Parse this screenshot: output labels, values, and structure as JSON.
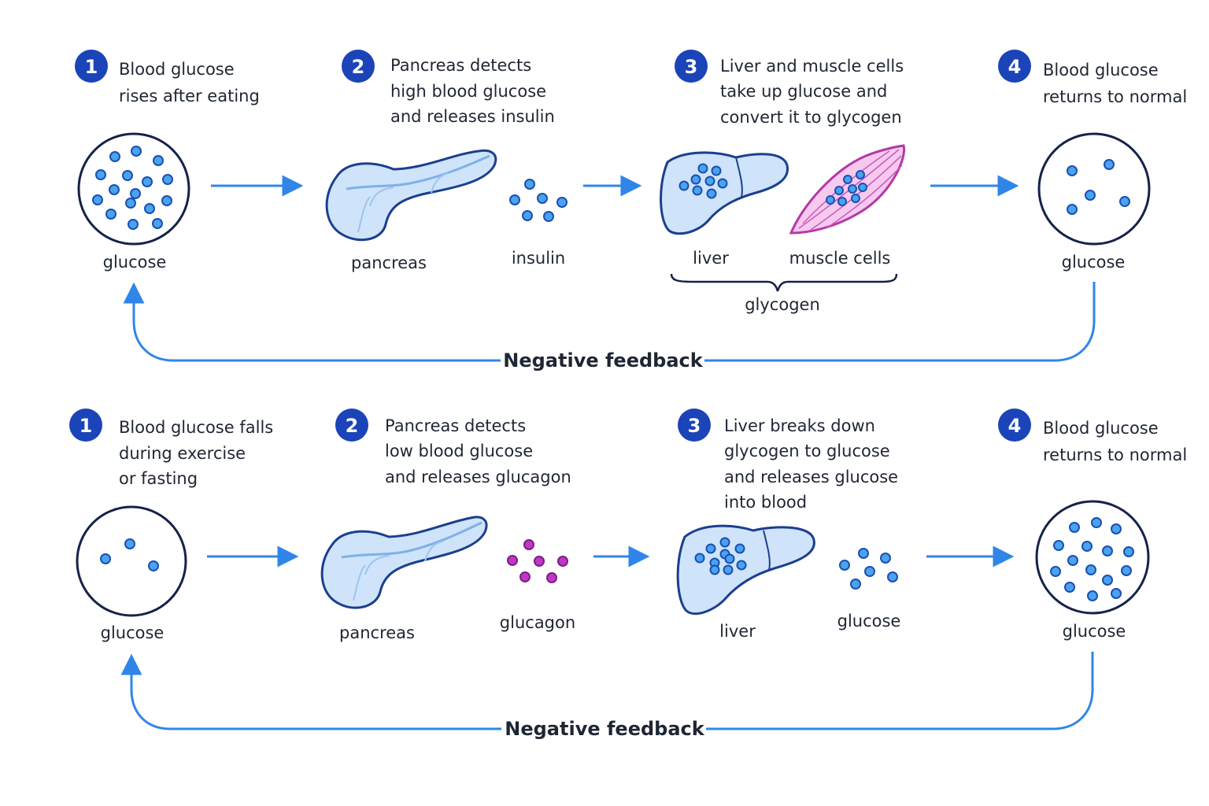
{
  "colors": {
    "primary_blue": "#1a44b8",
    "arrow_blue": "#2f86e8",
    "dot_fill": "#4aa3ee",
    "dot_stroke": "#1b4fb3",
    "organ_fill": "#cfe3fa",
    "organ_stroke": "#1b3f8f",
    "muscle_fill": "#f7c9ef",
    "muscle_stroke": "#b23aa6",
    "glucagon_dot": "#c037c6"
  },
  "rows": [
    {
      "steps": [
        {
          "number": "1",
          "lines": [
            "Blood glucose",
            "rises after eating"
          ]
        },
        {
          "number": "2",
          "lines": [
            "Pancreas detects",
            "high blood glucose",
            "and releases insulin"
          ]
        },
        {
          "number": "3",
          "lines": [
            "Liver and muscle cells",
            "take up glucose and",
            "convert it to glycogen"
          ]
        },
        {
          "number": "4",
          "lines": [
            "Blood glucose",
            "returns to normal"
          ]
        }
      ],
      "labels": {
        "start": "glucose",
        "organ": "pancreas",
        "hormone": "insulin",
        "liver": "liver",
        "muscle": "muscle cells",
        "bracket": "glycogen",
        "end": "glucose"
      },
      "feedback": "Negative feedback"
    },
    {
      "steps": [
        {
          "number": "1",
          "lines": [
            "Blood glucose falls",
            "during exercise",
            "or fasting"
          ]
        },
        {
          "number": "2",
          "lines": [
            "Pancreas detects",
            "low blood glucose",
            "and releases glucagon"
          ]
        },
        {
          "number": "3",
          "lines": [
            "Liver breaks down",
            "glycogen to glucose",
            "and releases glucose",
            "into blood"
          ]
        },
        {
          "number": "4",
          "lines": [
            "Blood glucose",
            "returns to normal"
          ]
        }
      ],
      "labels": {
        "start": "glucose",
        "organ": "pancreas",
        "hormone": "glucagon",
        "liver": "liver",
        "released": "glucose",
        "end": "glucose"
      },
      "feedback": "Negative feedback"
    }
  ]
}
